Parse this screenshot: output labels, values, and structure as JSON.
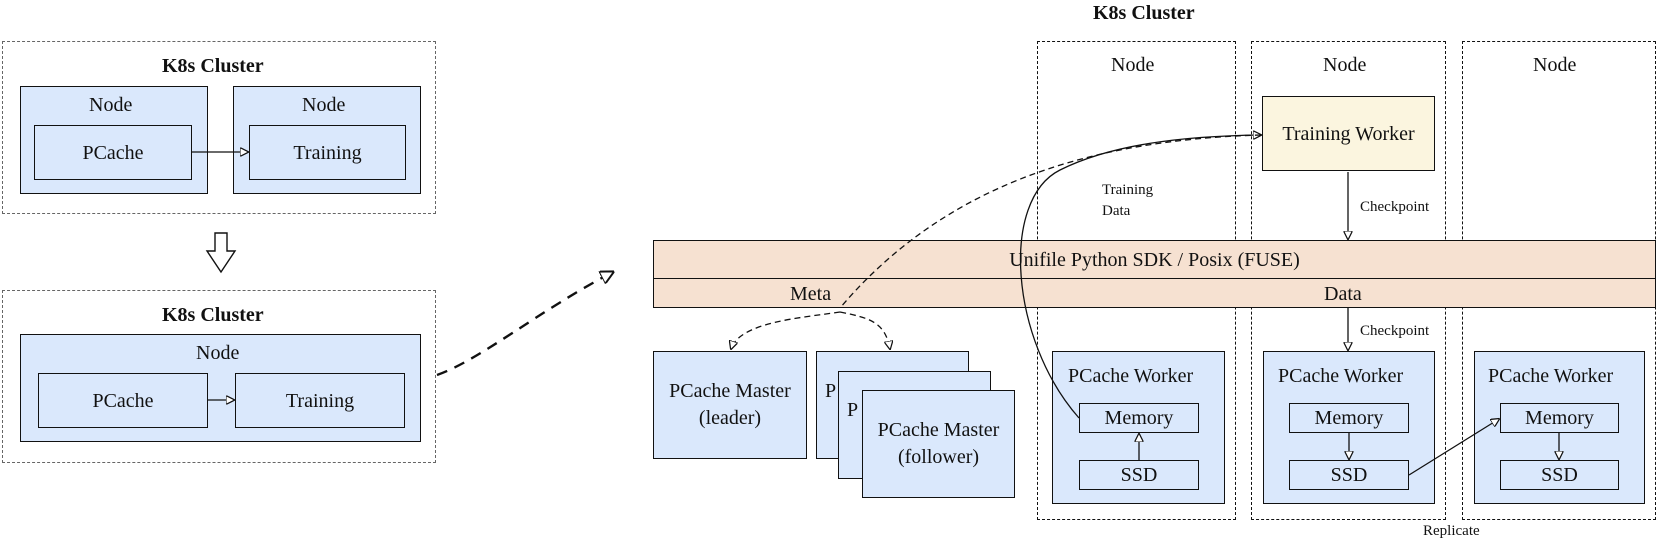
{
  "left": {
    "top_cluster": {
      "title": "K8s Cluster",
      "node_a": {
        "title": "Node",
        "inner": "PCache"
      },
      "node_b": {
        "title": "Node",
        "inner": "Training"
      }
    },
    "bottom_cluster": {
      "title": "K8s Cluster",
      "node": {
        "title": "Node",
        "pcache": "PCache",
        "training": "Training"
      }
    }
  },
  "right": {
    "cluster_title": "K8s Cluster",
    "nodes": [
      "Node",
      "Node",
      "Node"
    ],
    "training_worker": "Training Worker",
    "labels": {
      "training_data_line1": "Training",
      "training_data_line2": "Data",
      "checkpoint_top": "Checkpoint",
      "checkpoint_bottom": "Checkpoint",
      "replicate": "Replicate"
    },
    "sdk": {
      "title": "Unifile Python SDK / Posix (FUSE)",
      "meta": "Meta",
      "data": "Data"
    },
    "masters": {
      "leader_line1": "PCache Master",
      "leader_line2": "(leader)",
      "follower_line1": "PCache Master",
      "follower_line2": "(follower)",
      "stack_peek_1": "P",
      "stack_peek_2": "P"
    },
    "workers": [
      {
        "title": "PCache Worker",
        "memory": "Memory",
        "ssd": "SSD"
      },
      {
        "title": "PCache Worker",
        "memory": "Memory",
        "ssd": "SSD"
      },
      {
        "title": "PCache Worker",
        "memory": "Memory",
        "ssd": "SSD"
      }
    ]
  }
}
